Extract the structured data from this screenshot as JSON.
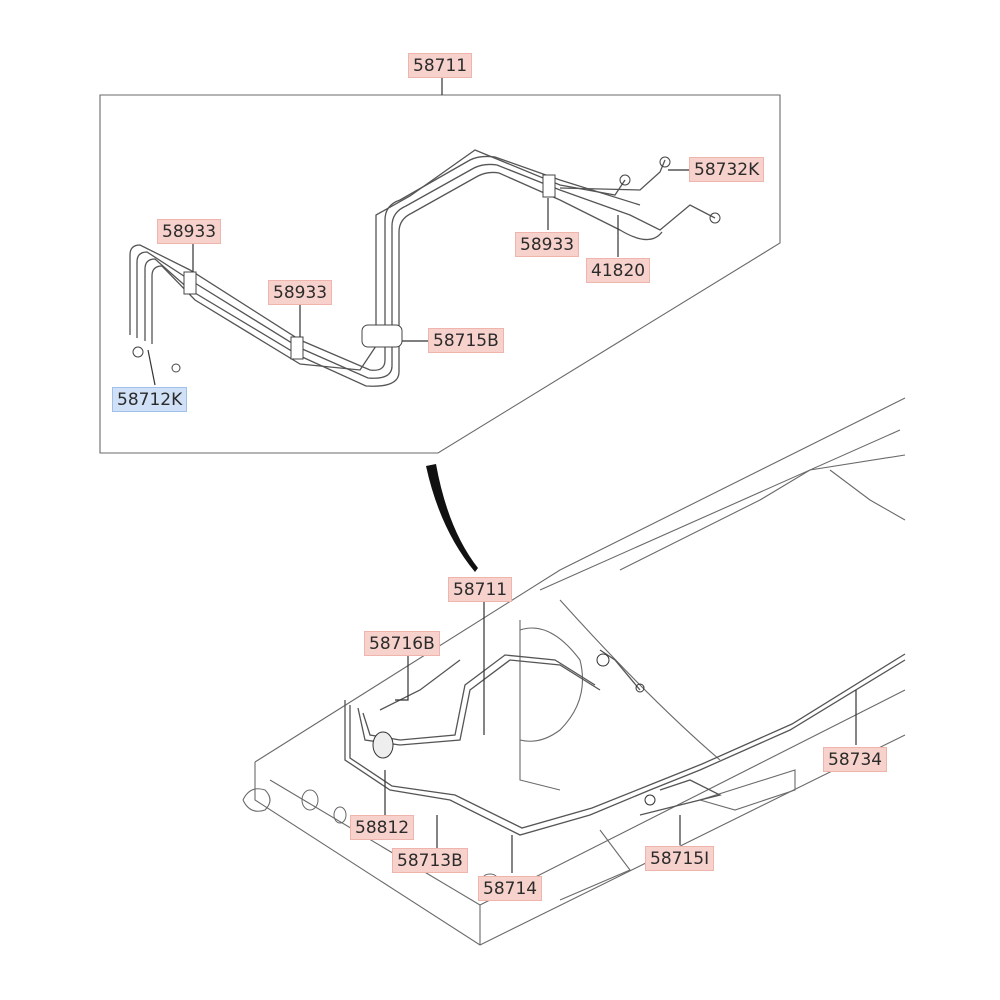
{
  "diagram": {
    "colors": {
      "label_bg": "#f7d2cc",
      "label_highlight_bg": "#cfe0f7",
      "line": "#333333"
    },
    "labels": {
      "top_assembly": "58711",
      "clip_left_upper": "58933",
      "clip_left_mid": "58933",
      "clip_right": "58933",
      "connector_right_top": "58732K",
      "tube_41820": "41820",
      "bracket_58715b": "58715B",
      "connector_left": "58712K",
      "assembly_lower": "58711",
      "bracket_58716b": "58716B",
      "tube_58734": "58734",
      "hose_58812": "58812",
      "bracket_58713b": "58713B",
      "tube_58714": "58714",
      "bracket_58715i": "58715I"
    }
  }
}
